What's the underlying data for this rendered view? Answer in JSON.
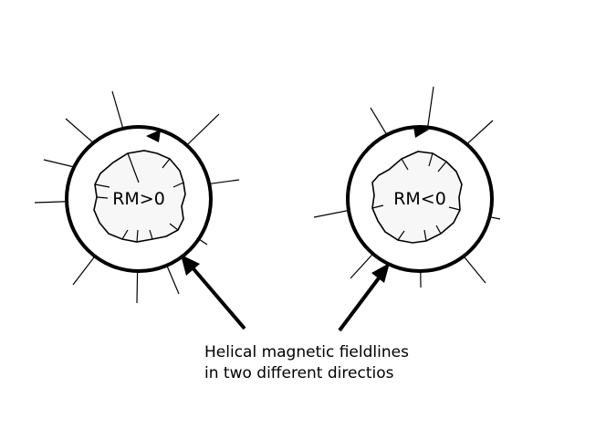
{
  "panels": [
    {
      "label": "RM>0",
      "helix_direction": "counter-clockwise"
    },
    {
      "label": "RM<0",
      "helix_direction": "clockwise"
    }
  ],
  "caption": {
    "line1": "Helical magnetic fieldlines",
    "line2": "in two different directios"
  },
  "colors": {
    "ink": "#000000",
    "background": "#ffffff",
    "core_fill": "#f7f7f7",
    "annulus_fill": "#ffffff"
  }
}
